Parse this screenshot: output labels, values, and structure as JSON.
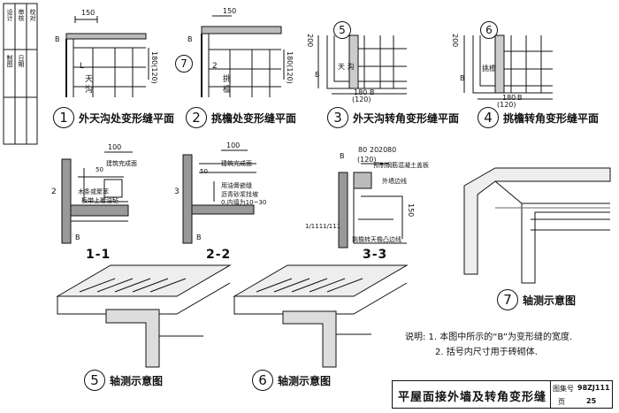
{
  "drawings": {
    "d1": {
      "number": "1",
      "caption": "外天沟处变形缝平面",
      "dims": [
        "150",
        "B",
        "180(120)"
      ],
      "marks": [
        "L",
        "天",
        "沟"
      ]
    },
    "d2": {
      "number": "2",
      "caption": "挑檐处变形缝平面",
      "callout": "7",
      "dims": [
        "150",
        "B",
        "180(120)"
      ],
      "marks": [
        "2",
        "挑",
        "檐"
      ]
    },
    "d3": {
      "number": "3",
      "caption": "外天沟转角变形缝平面",
      "callout": "5",
      "dims": [
        "200",
        "B",
        "180",
        "B",
        "180(120)",
        "(120)"
      ],
      "marks": [
        "天 沟"
      ]
    },
    "d4": {
      "number": "4",
      "caption": "挑檐转角变形缝平面",
      "callout": "6",
      "dims": [
        "200",
        "B",
        "180",
        "B",
        "180(120)",
        "(120)"
      ],
      "marks": [
        "挑檐"
      ]
    }
  },
  "sections": {
    "s11": {
      "label": "1-1",
      "dims": [
        "100",
        "B"
      ],
      "notes": [
        "建筑完成面",
        "50",
        "木条或聚苯",
        "板带上覆油毡",
        "2"
      ]
    },
    "s22": {
      "label": "2-2",
      "dims": [
        "100",
        "B"
      ],
      "notes": [
        "建筑完成面",
        "用油膏嵌缝",
        "50",
        "沥青砂浆找坡",
        "0.内填为10~30",
        "3"
      ]
    },
    "s33": {
      "label": "3-3",
      "dims": [
        "B",
        "80",
        "20",
        "20",
        "80",
        "(120)",
        "150"
      ],
      "notes": [
        "预制钢筋混凝土盖板",
        "外墙边线",
        "挑檐转天檐凸边线",
        "1/111",
        "1/111"
      ]
    }
  },
  "axon": {
    "a5": {
      "number": "5",
      "caption": "轴测示意图"
    },
    "a6": {
      "number": "6",
      "caption": "轴测示意图"
    },
    "a7": {
      "number": "7",
      "caption": "轴测示意图"
    }
  },
  "notes": [
    "说明: 1. 本图中所示的“B”为变形缝的宽度.",
    "2. 括号内尺寸用于砖砌体."
  ],
  "title_block": {
    "title": "平屋面接外墙及转角变形缝",
    "atlas_label": "图集号",
    "atlas_no": "98ZJ111",
    "page_label": "页",
    "page_no": "25"
  },
  "side_table": [
    "设计",
    "审核",
    "校对",
    "制图",
    "日期"
  ]
}
